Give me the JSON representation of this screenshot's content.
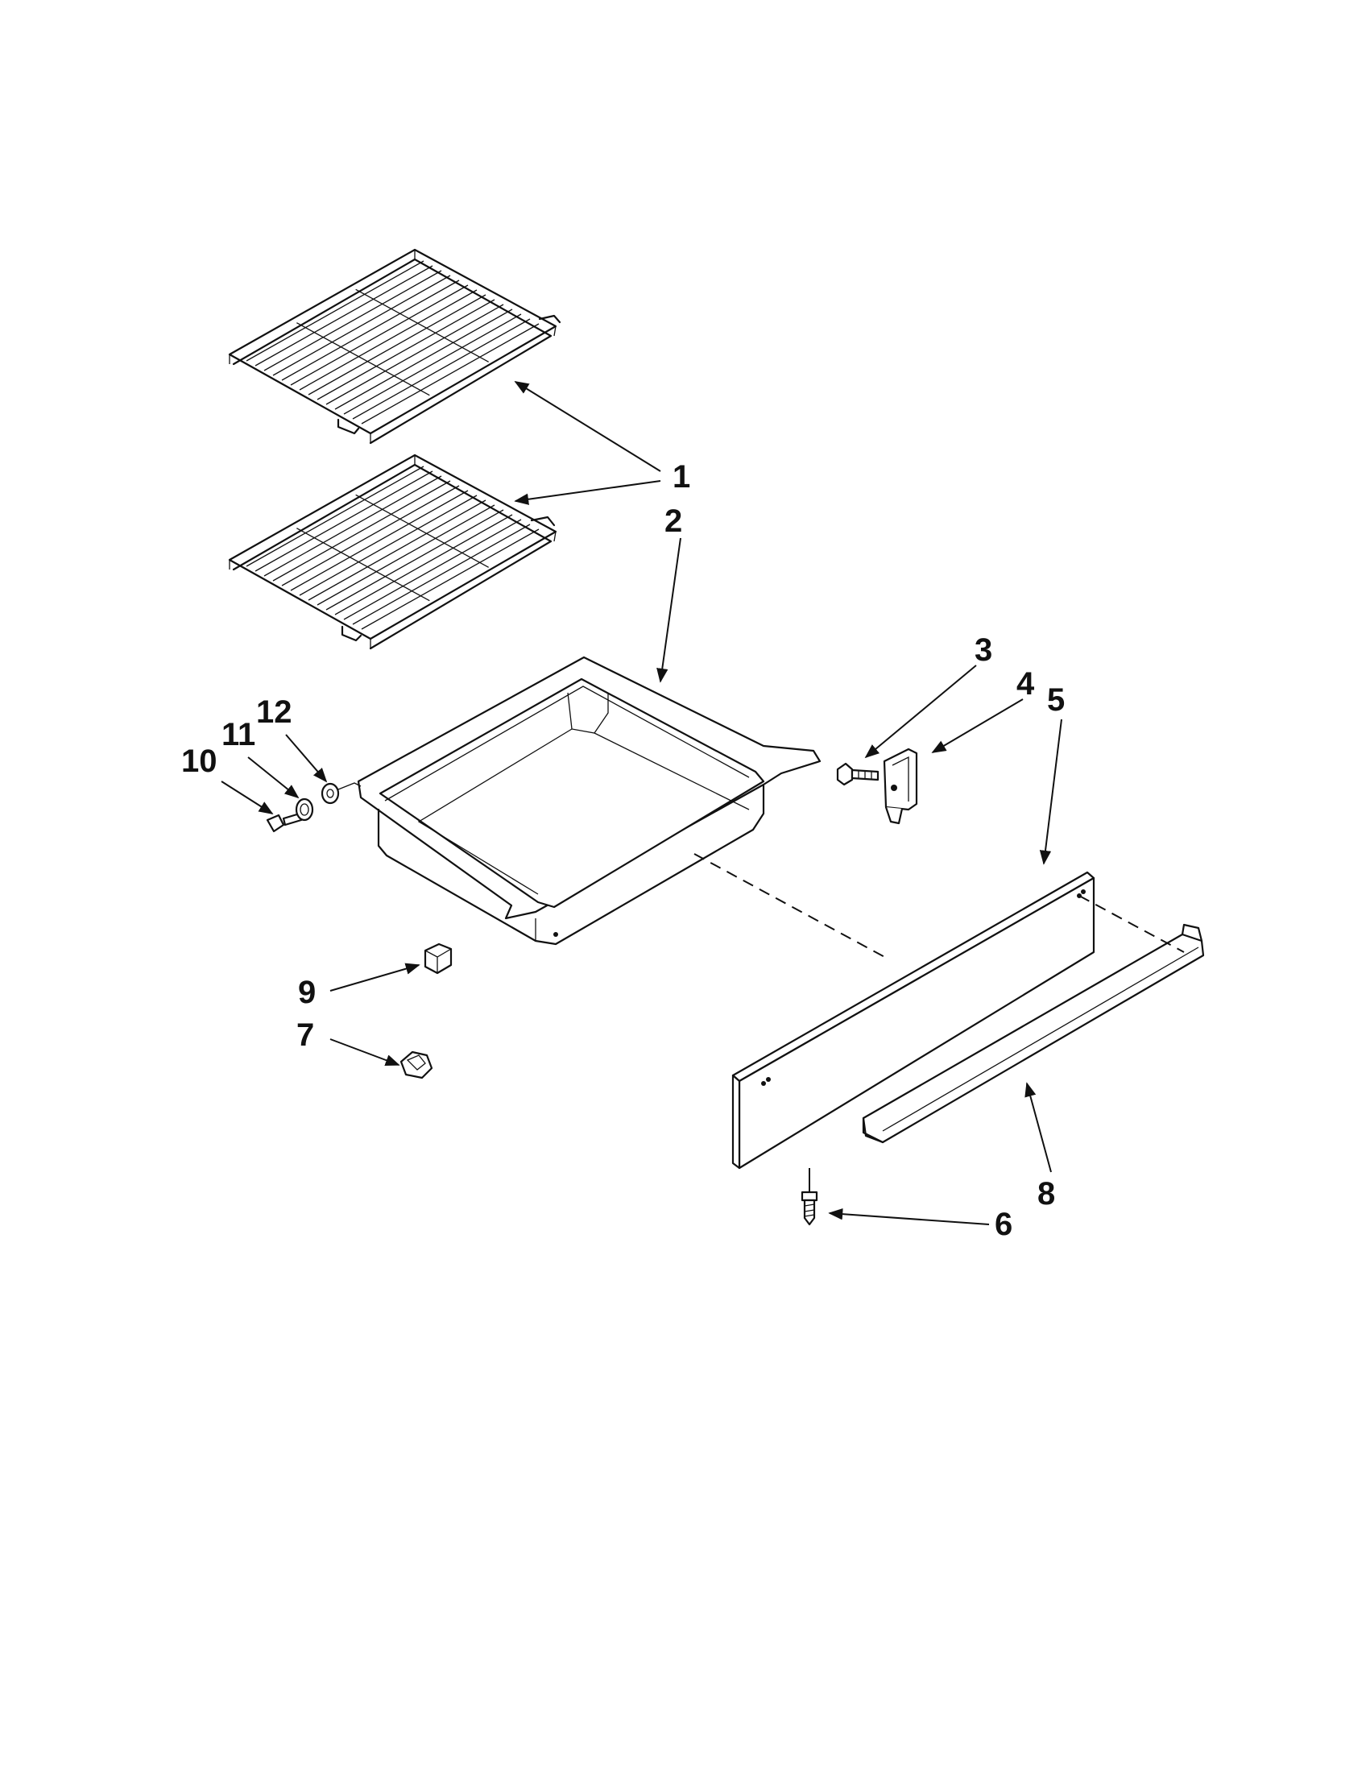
{
  "diagram": {
    "callouts": [
      {
        "id": "1a",
        "label": "1"
      },
      {
        "id": "1b",
        "label": ""
      },
      {
        "id": "2",
        "label": "2"
      },
      {
        "id": "3",
        "label": "3"
      },
      {
        "id": "4",
        "label": "4"
      },
      {
        "id": "5",
        "label": "5"
      },
      {
        "id": "6",
        "label": "6"
      },
      {
        "id": "7",
        "label": "7"
      },
      {
        "id": "8",
        "label": "8"
      },
      {
        "id": "9",
        "label": "9"
      },
      {
        "id": "10",
        "label": "10"
      },
      {
        "id": "11",
        "label": "11"
      },
      {
        "id": "12",
        "label": "12"
      }
    ]
  }
}
